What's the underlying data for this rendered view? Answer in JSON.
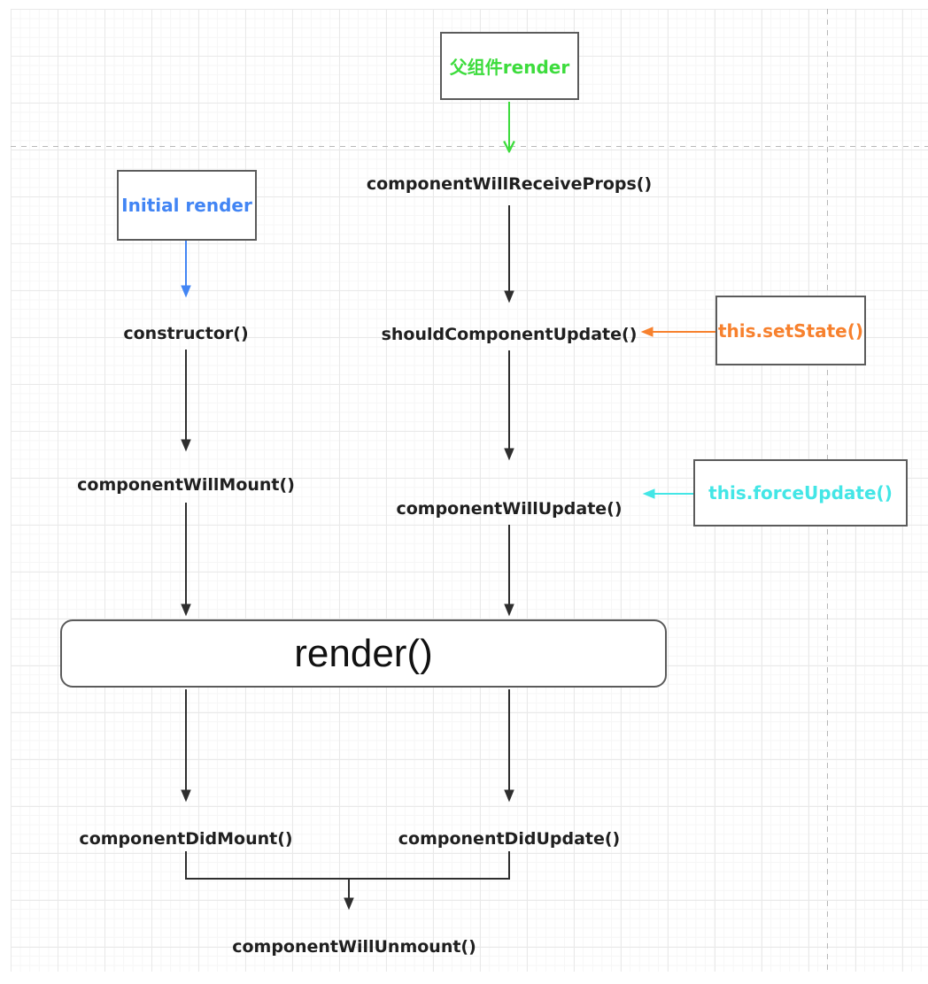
{
  "nodes": {
    "parent_render": "父组件render",
    "initial_render": "Initial render",
    "component_will_receive_props": "componentWillReceiveProps()",
    "ctor": "constructor()",
    "should_component_update": "shouldComponentUpdate()",
    "set_state": "this.setState()",
    "component_will_mount": "componentWillMount()",
    "component_will_update": "componentWillUpdate()",
    "force_update": "this.forceUpdate()",
    "render": "render()",
    "component_did_mount": "componentDidMount()",
    "component_did_update": "componentDidUpdate()",
    "component_will_unmount": "componentWillUnmount()"
  },
  "colors": {
    "green": "#3ddc3d",
    "blue": "#4285f4",
    "orange": "#f7812e",
    "cyan": "#43e6e6",
    "line": "#2e2e2e",
    "box_border": "#5b5b5b"
  }
}
